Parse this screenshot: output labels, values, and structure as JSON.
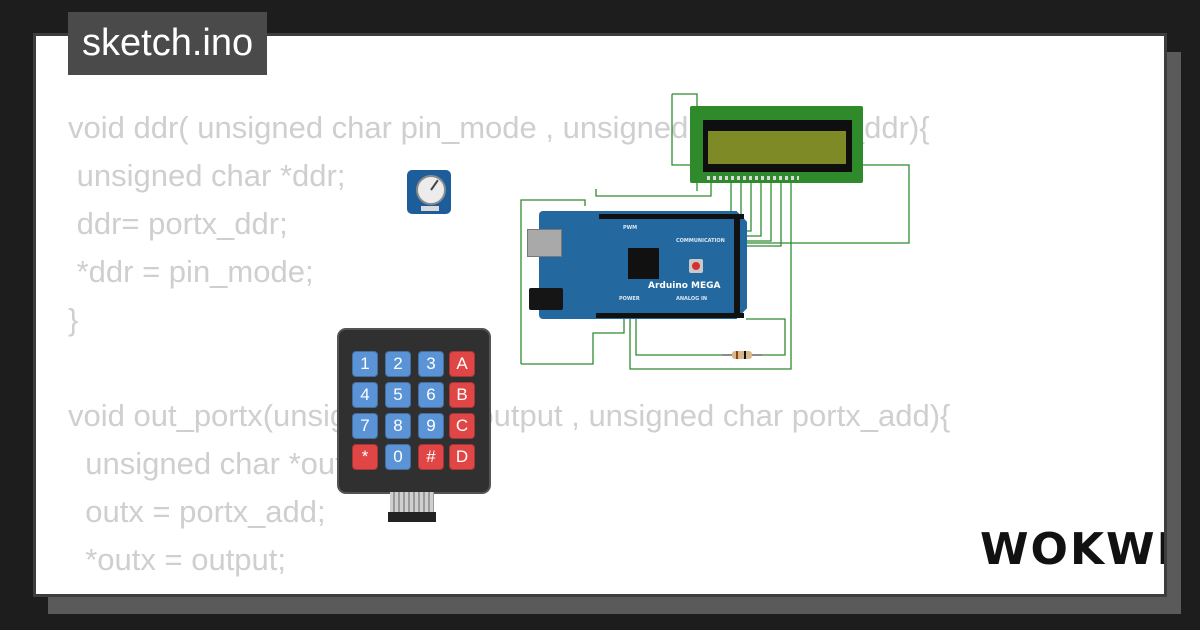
{
  "title": "sketch.ino",
  "code_lines": [
    "void ddr( unsigned char pin_mode , unsigned char *portx_ddr){",
    " unsigned char *ddr;",
    " ddr= portx_ddr;",
    " *ddr = pin_mode;",
    "}",
    "",
    "void out_portx(unsigned char output , unsigned char portx_add){",
    "  unsigned char *outx;",
    "  outx = portx_add;",
    "  *outx = output;",
    "}"
  ],
  "keypad": {
    "keys": [
      "1",
      "2",
      "3",
      "A",
      "4",
      "5",
      "6",
      "B",
      "7",
      "8",
      "9",
      "C",
      "*",
      "0",
      "#",
      "D"
    ]
  },
  "arduino": {
    "board_label": "Arduino MEGA",
    "silk_pwm": "PWM",
    "silk_communication": "COMMUNICATION",
    "silk_power": "POWER",
    "silk_analog_in": "ANALOG IN"
  },
  "brand": {
    "logo_text": "WOKWI"
  },
  "colors": {
    "background": "#1d1d1d",
    "card": "#ffffff",
    "code_text": "#cfcfcf",
    "title_tab": "#4a4a4a",
    "wire": "#2e8b2e",
    "board": "#23689f",
    "lcd_pcb": "#2f8a2b",
    "lcd_screen": "#7e8a26",
    "key_blue": "#5a93d6",
    "key_red": "#e04646"
  }
}
